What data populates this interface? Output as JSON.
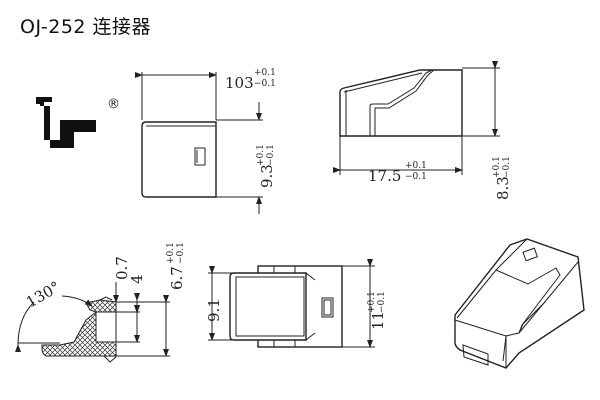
{
  "title": "OJ-252 连接器",
  "logo": {
    "mark": "registered",
    "symbol": "®"
  },
  "dimensions": {
    "top_width": {
      "value": "103",
      "plus": "+0.1",
      "minus": "−0.1"
    },
    "top_height": {
      "value": "9.3",
      "plus": "+0.1",
      "minus": "−0.1"
    },
    "side_length": {
      "value": "17.5",
      "plus": "+0.1",
      "minus": "−0.1"
    },
    "side_height": {
      "value": "8.3",
      "plus": "+0.1",
      "minus": "−0.1"
    },
    "section_angle": {
      "value": "130°"
    },
    "section_lip": {
      "value": "0.7"
    },
    "section_bore": {
      "value": "4"
    },
    "section_height": {
      "value": "6.7",
      "plus": "+0.1",
      "minus": "−0.1"
    },
    "front_inner": {
      "value": "9.1"
    },
    "front_outer": {
      "value": "11",
      "plus": "+0.1",
      "minus": "−0.1"
    }
  }
}
